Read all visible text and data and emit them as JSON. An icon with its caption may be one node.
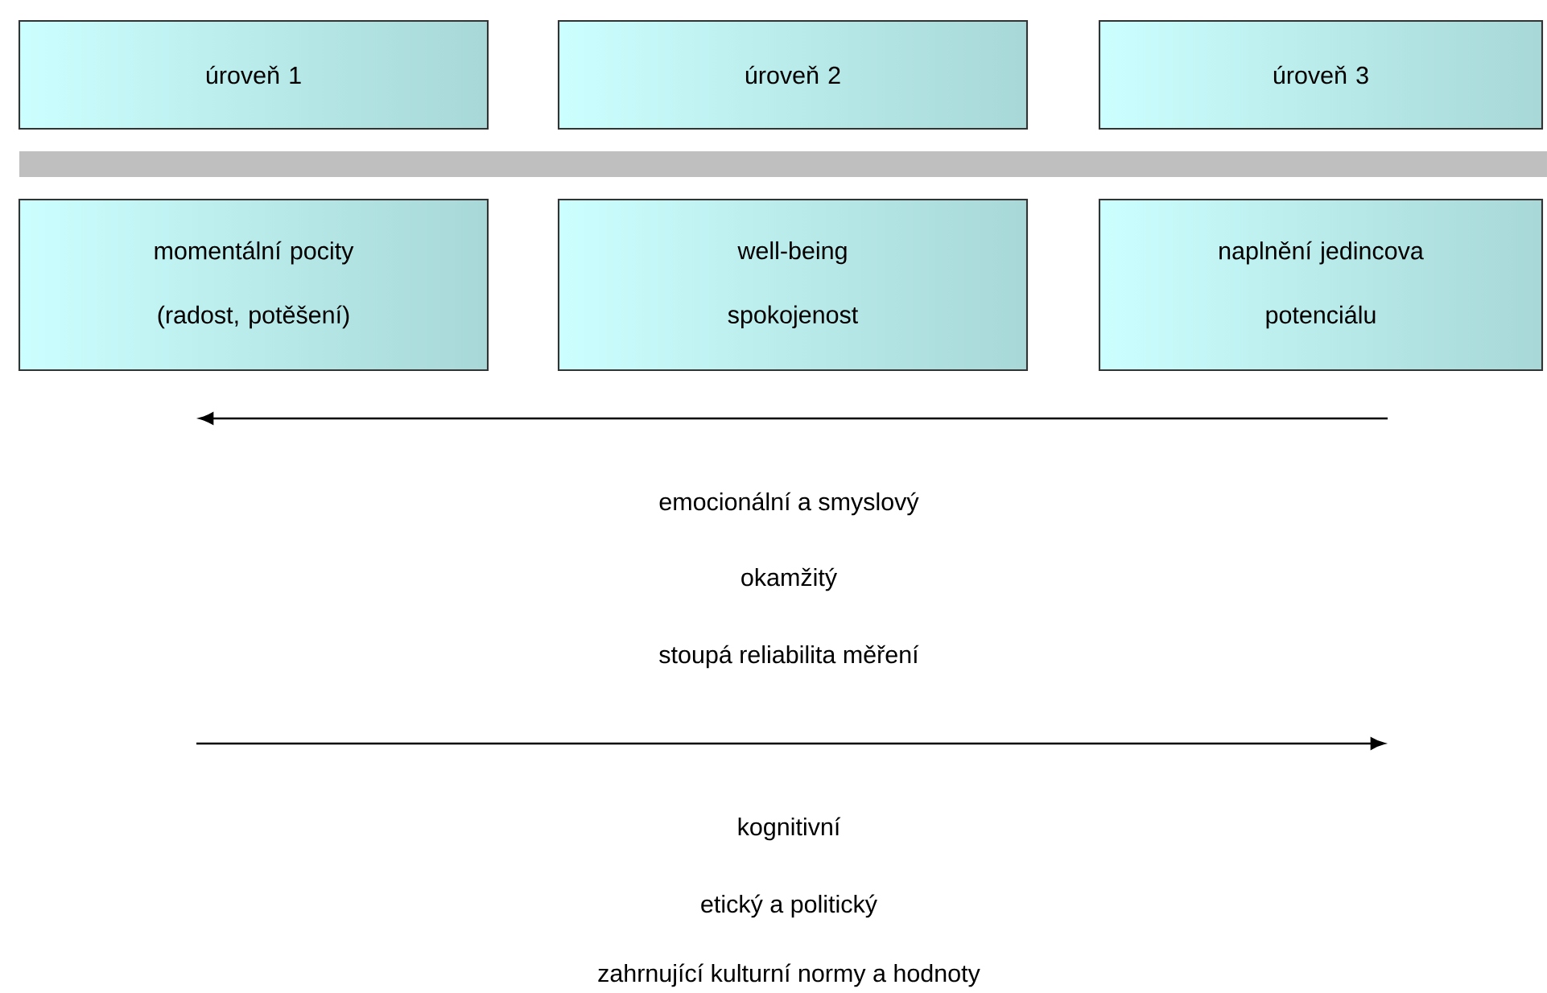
{
  "diagram": {
    "nodes": [
      {
        "text": [
          "úroveň 1"
        ]
      },
      {
        "text": [
          "úroveň 2"
        ]
      },
      {
        "text": [
          "úroveň 3"
        ]
      },
      {
        "text": [],
        "shape": "bar"
      },
      {
        "text": [
          "momentální pocity",
          "(radost, potěšení)"
        ]
      },
      {
        "text": [
          "well-being",
          "spokojenost"
        ]
      },
      {
        "text": [
          "naplnění jedincova potenciálu"
        ]
      }
    ],
    "labels": [
      "emocionální a smyslový",
      "okamžitý",
      "stoupá reliabilita měření",
      "kognitivní",
      "etický a politický",
      "zahrnující kulturní normy a hodnoty"
    ]
  }
}
